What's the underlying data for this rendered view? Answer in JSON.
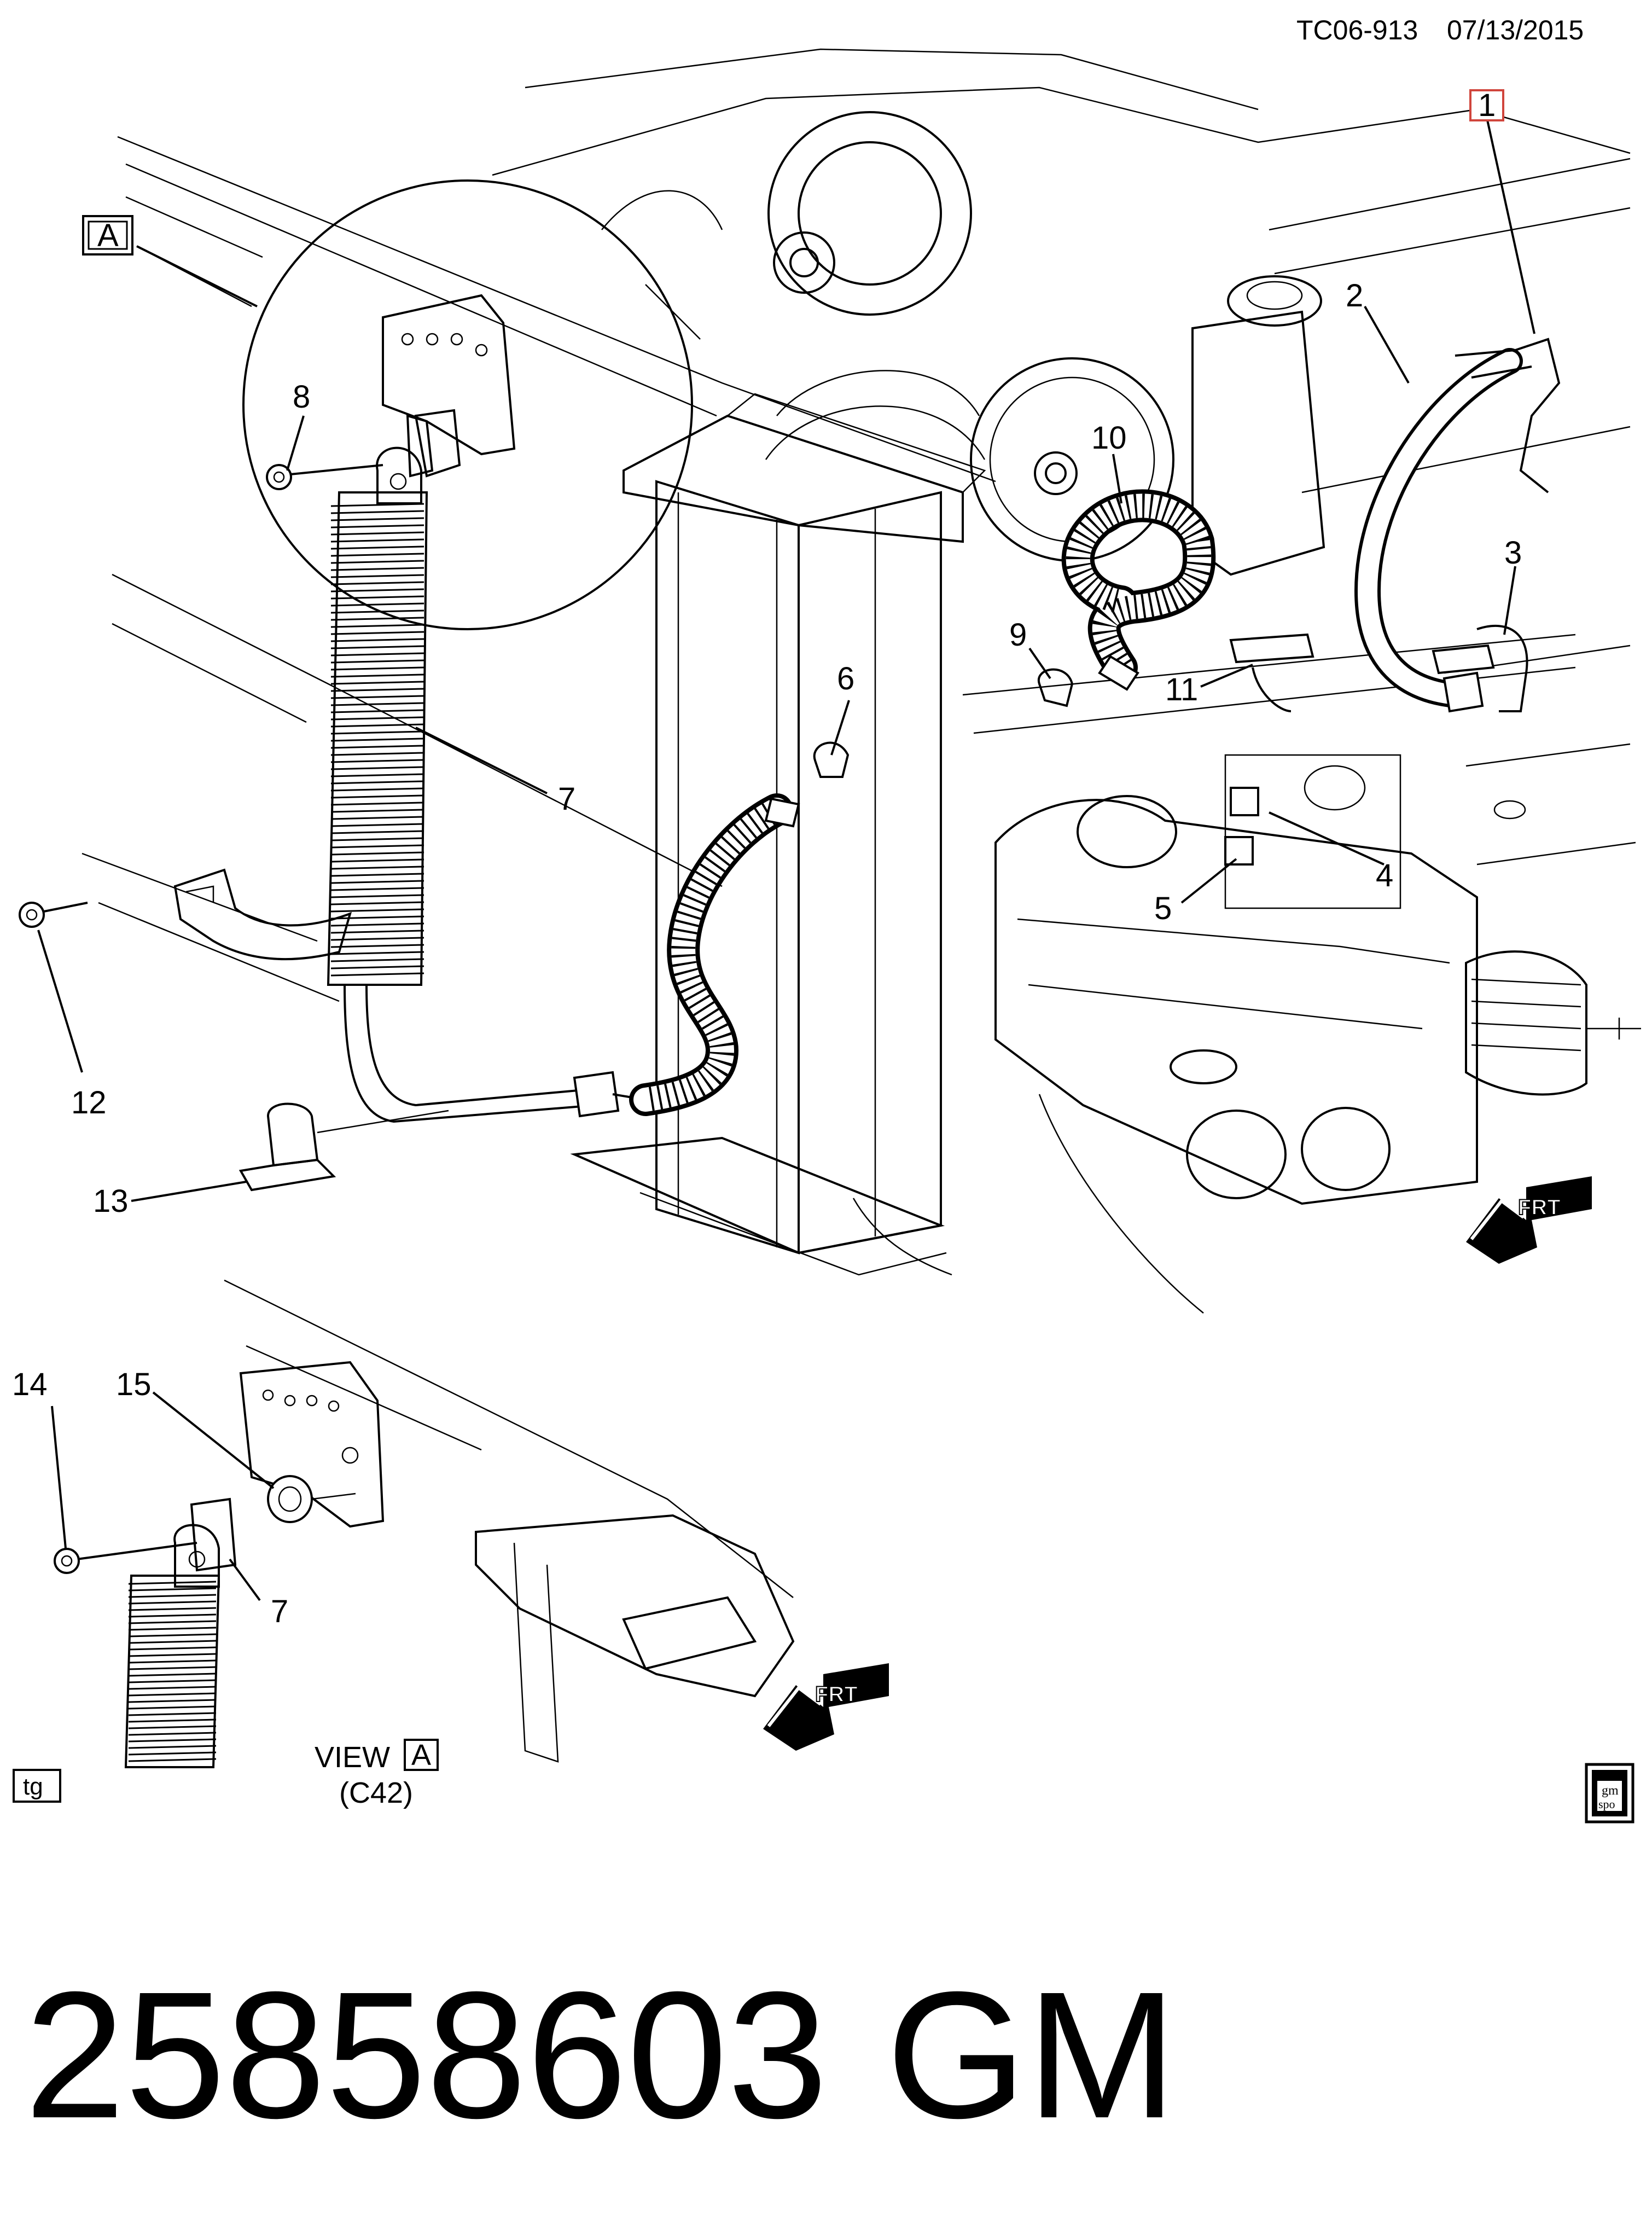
{
  "header": {
    "code": "TC06-913",
    "date": "07/13/2015"
  },
  "callouts": {
    "c1": "1",
    "c2": "2",
    "c3": "3",
    "c4": "4",
    "c5": "5",
    "c6": "6",
    "c7": "7",
    "c8": "8",
    "c9": "9",
    "c10": "10",
    "c11": "11",
    "c12": "12",
    "c13": "13",
    "c14": "14",
    "c15": "15",
    "c7b": "7"
  },
  "view_marker": "A",
  "view_label": {
    "prefix": "VIEW",
    "marker": "A",
    "option": "(C42)"
  },
  "frt_label": "FRT",
  "tg_label": "tg",
  "logo_text": {
    "top": "gm",
    "bottom": "spo"
  },
  "part_number": {
    "number": "25858603",
    "brand": "GM"
  },
  "colors": {
    "ink": "#000000",
    "callout1_border": "#d0453c",
    "background": "#ffffff"
  }
}
